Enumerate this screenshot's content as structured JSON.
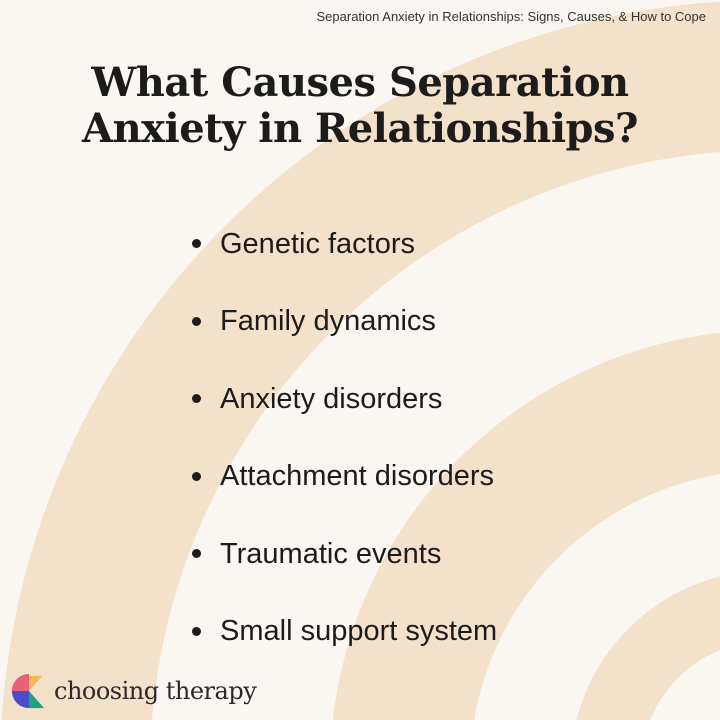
{
  "header": {
    "subtitle": "Separation Anxiety in Relationships: Signs, Causes, & How to Cope"
  },
  "title": {
    "line1": "What Causes Separation",
    "line2": "Anxiety in Relationships?"
  },
  "causes": [
    "Genetic factors",
    "Family dynamics",
    "Anxiety disorders",
    "Attachment disorders",
    "Traumatic events",
    "Small support system"
  ],
  "brand": {
    "name": "choosing therapy",
    "colors": [
      "#e8607a",
      "#f5b955",
      "#4a4fc4",
      "#1fa37f"
    ]
  }
}
